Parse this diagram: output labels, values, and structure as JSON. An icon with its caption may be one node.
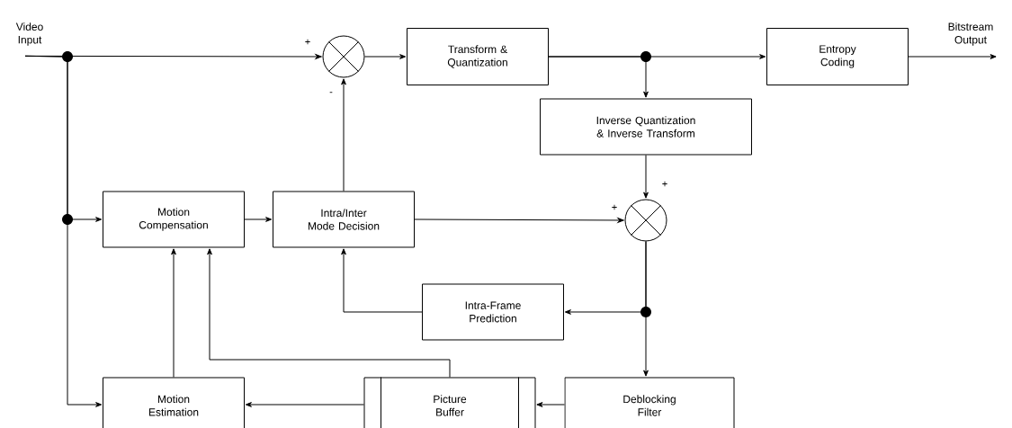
{
  "diagram": {
    "nodes": [
      {
        "text": [
          "Video Input"
        ]
      },
      {
        "text": [],
        "shape": "circle"
      },
      {
        "text": [
          "Transform & Quantization"
        ]
      },
      {
        "text": [
          "Entropy Coding"
        ]
      },
      {
        "text": [
          "Bitstream Output"
        ]
      },
      {
        "text": [
          "Inverse Quantization & Inverse Transform"
        ]
      },
      {
        "text": [
          "Motion Compensation"
        ]
      },
      {
        "text": [
          "Intra/Inter Mode Decision"
        ]
      },
      {
        "text": [],
        "shape": "circle"
      },
      {
        "text": [
          "Intra-Frame Prediction"
        ]
      },
      {
        "text": [
          "Motion Estimation"
        ]
      },
      {
        "text": [
          "Picture Buffer"
        ]
      },
      {
        "text": [
          "Deblocking Filter"
        ]
      }
    ],
    "edges": [
      {
        "from": 0,
        "to": 1,
        "arrow": "to",
        "label": "+"
      },
      {
        "from": 1,
        "to": 2,
        "arrow": "to"
      },
      {
        "from": 2,
        "to": 3,
        "arrow": "to"
      },
      {
        "from": 2,
        "to": 5,
        "arrow": "to"
      },
      {
        "from": 3,
        "to": 4,
        "arrow": "to"
      },
      {
        "from": 0,
        "to": 6,
        "arrow": "to"
      },
      {
        "from": 0,
        "to": 10,
        "arrow": "to"
      },
      {
        "from": 6,
        "to": 7,
        "arrow": "to"
      },
      {
        "from": 7,
        "to": 1,
        "arrow": "to",
        "label": "-"
      },
      {
        "from": 5,
        "to": 8,
        "arrow": "to",
        "label": "+"
      },
      {
        "from": 7,
        "to": 8,
        "arrow": "to",
        "label": "+"
      },
      {
        "from": 8,
        "to": 9,
        "arrow": "to"
      },
      {
        "from": 8,
        "to": 12,
        "arrow": "to"
      },
      {
        "from": 9,
        "to": 7,
        "arrow": "to"
      },
      {
        "from": 10,
        "to": 6,
        "arrow": "to"
      },
      {
        "from": 11,
        "to": 6,
        "arrow": "to"
      },
      {
        "from": 11,
        "to": 10,
        "arrow": "to"
      },
      {
        "from": 12,
        "to": 11,
        "arrow": "to"
      }
    ]
  }
}
